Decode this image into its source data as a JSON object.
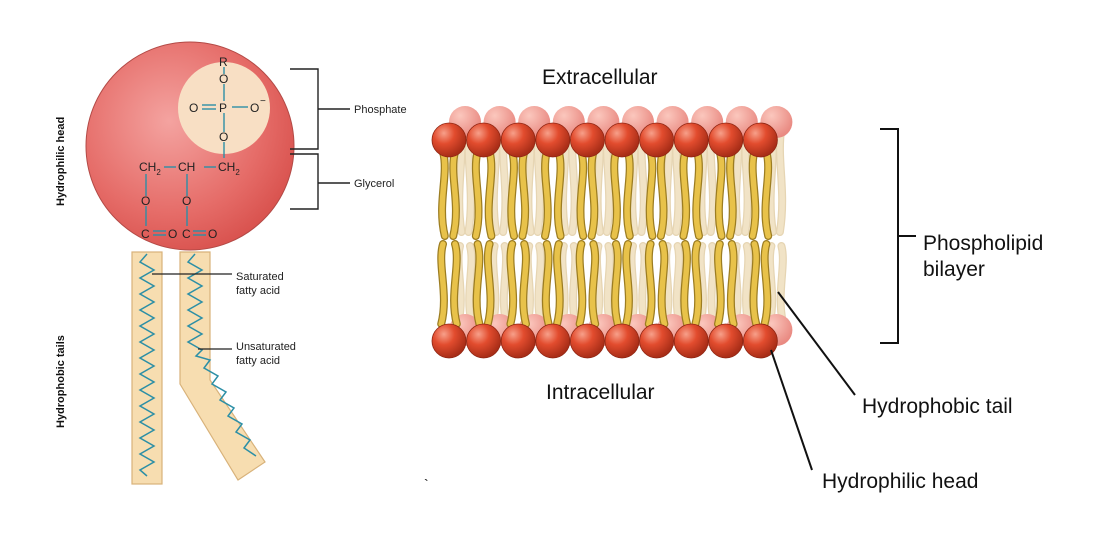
{
  "left_diagram": {
    "vertical_labels": {
      "head": "Hydrophilic head",
      "tails": "Hydrophobic tails"
    },
    "chemistry": {
      "r": "R",
      "o_top": "O",
      "o_left": "O",
      "p": "P",
      "o_minus": "O",
      "minus": "−",
      "o_mid": "O",
      "ch2_left": "CH",
      "ch2_left_sub": "2",
      "ch": "CH",
      "ch2_right": "CH",
      "ch2_right_sub": "2",
      "o_l": "O",
      "o_r": "O",
      "c1": "C",
      "o1": "O",
      "c2": "C",
      "o2": "O"
    },
    "labels": {
      "phosphate": "Phosphate",
      "glycerol": "Glycerol",
      "saturated_1": "Saturated",
      "saturated_2": "fatty acid",
      "unsaturated_1": "Unsaturated",
      "unsaturated_2": "fatty acid"
    }
  },
  "right_diagram": {
    "extracellular": "Extracellular",
    "intracellular": "Intracellular",
    "bilayer_1": "Phospholipid",
    "bilayer_2": "bilayer",
    "tail_label": "Hydrophobic tail",
    "head_label": "Hydrophilic head",
    "stray_mark": "`"
  },
  "colors": {
    "head_sphere": "#e3675d",
    "phosphate_bg": "#f8dfc4",
    "tail_fill": "#f7ddb0",
    "zigzag": "#2c8fa6",
    "bilayer_head": "#d9442a",
    "bilayer_tail": "#e8c24a"
  }
}
